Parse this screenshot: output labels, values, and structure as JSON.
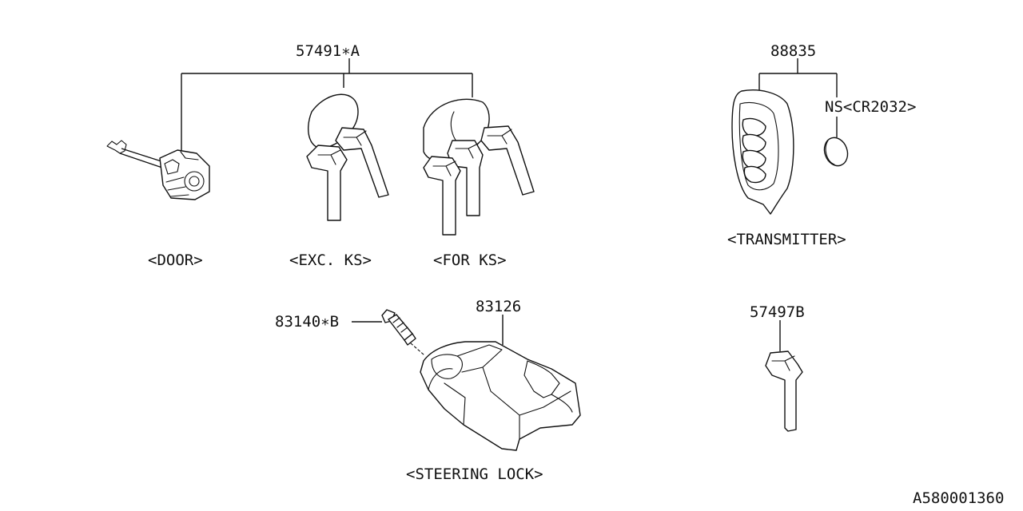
{
  "parts": {
    "key_set": "57491∗A",
    "transmitter_part": "88835",
    "battery": "NS<CR2032>",
    "sensor": "83140∗B",
    "steering_lock_part": "83126",
    "single_key": "57497B"
  },
  "captions": {
    "door": "<DOOR>",
    "exc_ks": "<EXC. KS>",
    "for_ks": "<FOR KS>",
    "transmitter": "<TRANSMITTER>",
    "steering_lock": "<STEERING LOCK>"
  },
  "diagram_id": "A580001360"
}
